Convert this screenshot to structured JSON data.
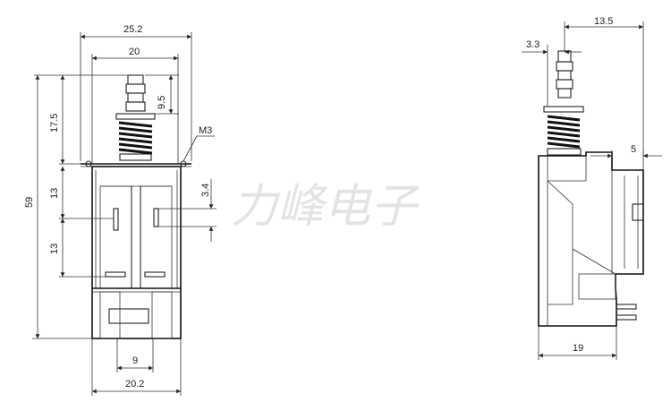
{
  "watermark": "力峰电子",
  "front_view": {
    "dim_overall_width": "25.2",
    "dim_plunger_span": "20",
    "dim_stroke": "9.5",
    "dim_plunger_height": "17.5",
    "dim_total_height": "59",
    "dim_upper_section": "13",
    "dim_lower_section": "13",
    "dim_contact_gap": "3.4",
    "dim_thread": "M3",
    "dim_pin_spacing": "9",
    "dim_base_width": "20.2"
  },
  "side_view": {
    "dim_overall_depth": "13.5",
    "dim_plunger_offset": "3.3",
    "dim_bracket": "5",
    "dim_body_depth": "19"
  },
  "colors": {
    "line": "#111111",
    "watermark": "#e3e3e3"
  }
}
